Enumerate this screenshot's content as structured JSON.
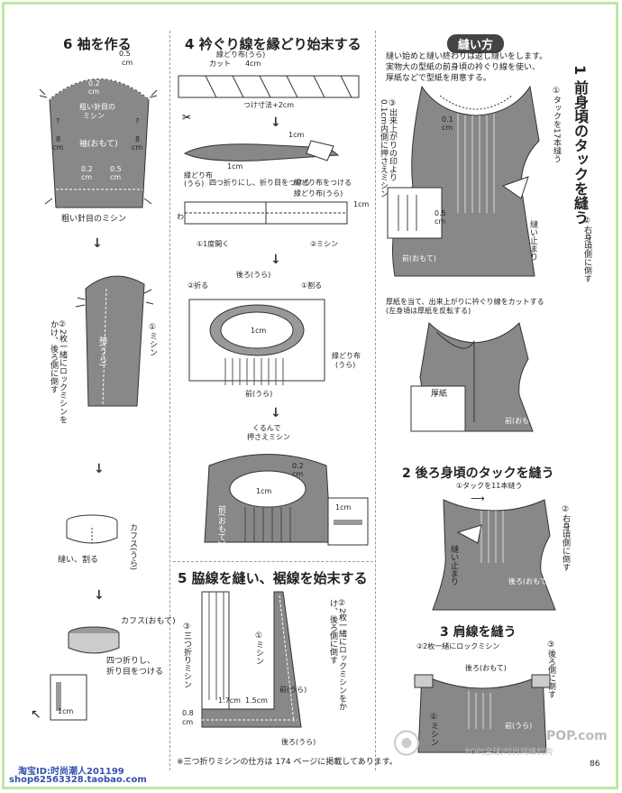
{
  "page_number": "86",
  "footnote": "※三つ折りミシンの仕方は 174 ページに掲載してあります。",
  "watermark": {
    "line1": "淘宝ID:时尚潮人201199",
    "line2": "shop62563328.taobao.com",
    "logo_text": "POP(全球)时尚网络机构",
    "site": "POP.com"
  },
  "sec6": {
    "title": "6 袖を作る",
    "labels": {
      "m05": "0.5",
      "cm1": "cm",
      "m02": "0.2",
      "cm2": "cm",
      "rough1": "粗い針目の",
      "rough1b": "ミシン",
      "q7": "?",
      "q8": "8",
      "cm3": "cm",
      "q7b": "?",
      "q8b": "8",
      "cm4": "cm",
      "sleeve": "袖(おもて)",
      "m02b": "0.2",
      "cm5": "cm",
      "m05b": "0.5",
      "cm6": "cm",
      "rough2": "粗い針目のミシン"
    },
    "step2": {
      "sleeve_ura": "袖(うら)",
      "sew1": "①ミシン",
      "lock": "②2枚一緒にロックミシンをかけ、後ろ側に倒す"
    },
    "step3": {
      "cuff_ura": "カフス(うら)",
      "sew_split": "縫い、割る"
    },
    "step4": {
      "cuff_omote": "カフス(おもて)",
      "fold": "四つ折りし、",
      "fold2": "折り目をつける",
      "one_cm": "1cm"
    }
  },
  "sec4": {
    "title": "4 衿ぐり線を縁どり始末する",
    "labels": {
      "bias_ura": "縁どり布(うら)",
      "cut": "カット",
      "w4": "4cm",
      "plus2": "つけ寸法+2cm",
      "one_cm_a": "1cm",
      "one_cm_b": "1cm",
      "bias_ura2": "縁どり布",
      "bias_ura2b": "(うら)",
      "fold4": "四つ折りにし、折り目をつける",
      "attach": "縁どり布をつける",
      "bias_ura3": "縁どり布(うら)",
      "wa": "わ",
      "one_cm_c": "1cm",
      "open": "①1度開く",
      "sew": "②ミシン"
    },
    "step3": {
      "back_ura": "後ろ(うら)",
      "fold": "②折る",
      "split": "①割る",
      "one_cm": "1cm",
      "bias": "縁どり布",
      "bias2": "(うら)",
      "front_ura": "前(うら)"
    },
    "step4": {
      "roll": "くるんで",
      "press": "押さえミシン",
      "m02": "0.2",
      "cm": "cm",
      "one_cm": "1cm",
      "front": "前(おもて)",
      "one_cm2": "1cm"
    }
  },
  "sec5": {
    "title": "5 脇線を縫い、裾線を始末する",
    "labels": {
      "triple": "③三つ折りミシン",
      "sew1": "①ミシン",
      "lock": "②2枚一緒にロックミシンをかけ、後ろ側に倒す",
      "front_ura": "前(うら)",
      "m08": "0.8",
      "cm": "cm",
      "m17": "1.7cm",
      "m15": "1.5cm",
      "back_ura": "後ろ(うら)"
    }
  },
  "sewing": {
    "badge": "縫い方",
    "intro1": "縫い始めと縫い終わりは返し縫いをします。",
    "intro2": "実物大の型紙の前身頃の衿ぐり線を使い、",
    "intro3": "厚紙などで型紙を用意する。",
    "s1_title": "1 前身頃のタックを縫う",
    "s1": {
      "tack17": "①タックを17本縫う",
      "finish": "③出来上がりの印より0.1cm内側に押さえミシン",
      "m01": "0.1",
      "cm": "cm",
      "m05": "0.5",
      "cm2": "cm",
      "right_front": "②右身頃側に倒す",
      "stop": "縫い止まり",
      "front_omote": "前(おもて)"
    },
    "cut_note1": "厚紙を当て、出来上がりに衿ぐり線をカットする",
    "cut_note2": "(左身頃は厚紙を反転する)",
    "cardboard": "厚紙",
    "front_omote2": "前(おもて)",
    "s2_title": "2 後ろ身頃のタックを縫う",
    "s2": {
      "tack11": "①タックを11本縫う",
      "right_back": "②右身頃側に倒す",
      "stop": "縫い止まり",
      "back_omote": "後ろ(おもて)"
    },
    "s3_title": "3 肩線を縫う",
    "s3": {
      "lock": "②2枚一緒にロックミシン",
      "back_omote": "後ろ(おもて)",
      "to_back": "③後ろ側に倒す",
      "sew1": "①ミシン",
      "front_ura": "前(うら)"
    }
  }
}
